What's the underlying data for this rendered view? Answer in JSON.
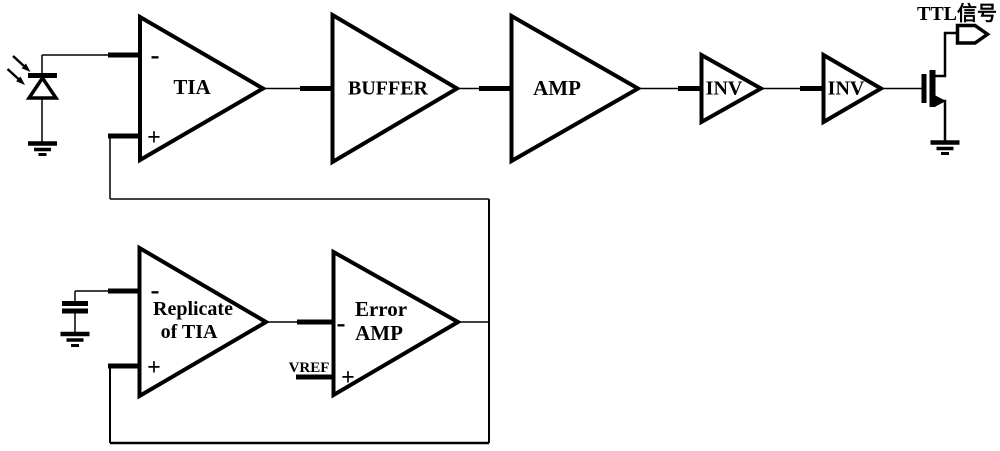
{
  "diagram": {
    "blocks": {
      "tia": {
        "label": "TIA",
        "minus": "-",
        "plus": "+"
      },
      "buffer": {
        "label": "BUFFER"
      },
      "amp": {
        "label": "AMP"
      },
      "inv1": {
        "label": "INV"
      },
      "inv2": {
        "label": "INV"
      },
      "replica": {
        "label_line1": "Replicate",
        "label_line2": "of TIA",
        "minus": "-",
        "plus": "+"
      },
      "error": {
        "label_line1": "Error",
        "label_line2": "AMP",
        "minus": "-",
        "plus": "+"
      }
    },
    "signals": {
      "vref": "VREF",
      "output": "TTL信号"
    },
    "colors": {
      "stroke": "#000000",
      "background": "#ffffff"
    }
  }
}
